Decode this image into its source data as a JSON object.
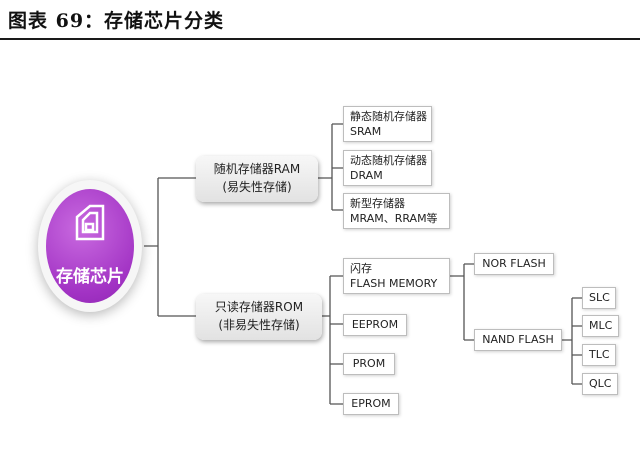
{
  "figure_title": "图表 69：存储芯片分类",
  "root": {
    "label": "存储芯片",
    "icon": "chip-icon"
  },
  "branches": {
    "ram": {
      "line1": "随机存储器RAM",
      "line2": "(易失性存储)",
      "children": [
        {
          "line1": "静态随机存储器",
          "line2": "SRAM"
        },
        {
          "line1": "动态随机存储器",
          "line2": "DRAM"
        },
        {
          "line1": "新型存储器",
          "line2": "MRAM、RRAM等"
        }
      ]
    },
    "rom": {
      "line1": "只读存储器ROM",
      "line2": "(非易失性存储)",
      "flash": {
        "line1": "闪存",
        "line2": "FLASH MEMORY",
        "nor": "NOR FLASH",
        "nand": {
          "label": "NAND FLASH",
          "types": [
            "SLC",
            "MLC",
            "TLC",
            "QLC"
          ]
        }
      },
      "others": [
        "EEPROM",
        "PROM",
        "EPROM"
      ]
    }
  },
  "colors": {
    "root_fill": "#a233c4",
    "line": "#555555"
  }
}
